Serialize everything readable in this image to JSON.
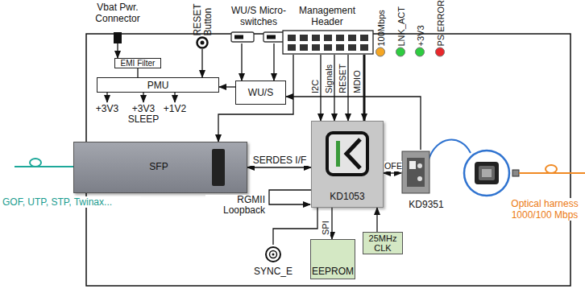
{
  "diagram": {
    "nodes": [
      {
        "text": [
          "Vbat Pwr. Connector"
        ]
      },
      {
        "text": [
          "RESET Button"
        ]
      },
      {
        "text": [
          "WU/S Micro-switches"
        ]
      },
      {
        "text": [
          "Management Header"
        ]
      },
      {
        "text": [
          "100Mbps"
        ]
      },
      {
        "text": [
          "LNK_ACT"
        ]
      },
      {
        "text": [
          "+3V3"
        ]
      },
      {
        "text": [
          "PS ERROR"
        ]
      },
      {
        "text": [
          "EMI Filter"
        ]
      },
      {
        "text": [
          "PMU"
        ]
      },
      {
        "text": [
          "WU/S"
        ]
      },
      {
        "text": [
          "SFP"
        ]
      },
      {
        "text": [
          "KD1053"
        ]
      },
      {
        "text": [
          "KD9351"
        ]
      },
      {
        "text": [
          "25MHz CLK"
        ]
      },
      {
        "text": [
          "EEPROM"
        ]
      },
      {
        "text": [
          "SYNC_E"
        ]
      }
    ],
    "edges": [
      {
        "from": 0,
        "to": 8,
        "arrow": "to"
      },
      {
        "from": 8,
        "to": 9,
        "arrow": "none"
      },
      {
        "from": 2,
        "to": 10,
        "arrow": "to"
      },
      {
        "from": 10,
        "to": 9,
        "arrow": "to"
      },
      {
        "from": 1,
        "to": 9,
        "arrow": "to"
      },
      {
        "from": 13,
        "to": 10,
        "arrow": "to"
      },
      {
        "from": 3,
        "to": 11,
        "arrow": "to"
      },
      {
        "from": 3,
        "to": 12,
        "label": "I2C",
        "arrow": "to"
      },
      {
        "from": 3,
        "to": 12,
        "label": "Signals",
        "arrow": "to"
      },
      {
        "from": 3,
        "to": 12,
        "label": "RESET",
        "arrow": "to"
      },
      {
        "from": 3,
        "to": 12,
        "label": "MDIO",
        "arrow": "to"
      },
      {
        "from": 11,
        "to": 12,
        "label": "SERDES I/F",
        "arrow": "both"
      },
      {
        "from": 12,
        "to": 13,
        "label": "OFE",
        "arrow": "both"
      },
      {
        "from": 12,
        "to": 15,
        "label": "SPI",
        "arrow": "to"
      },
      {
        "from": 14,
        "to": 12,
        "arrow": "to"
      },
      {
        "from": 12,
        "to": 16,
        "arrow": "none"
      }
    ],
    "labels": [
      "+3V3",
      "+3V3 SLEEP",
      "+1V2",
      "RGMII Loopback",
      "GOF, UTP, STP, Twinax...",
      "Optical harness 1000/100 Mbps"
    ]
  }
}
